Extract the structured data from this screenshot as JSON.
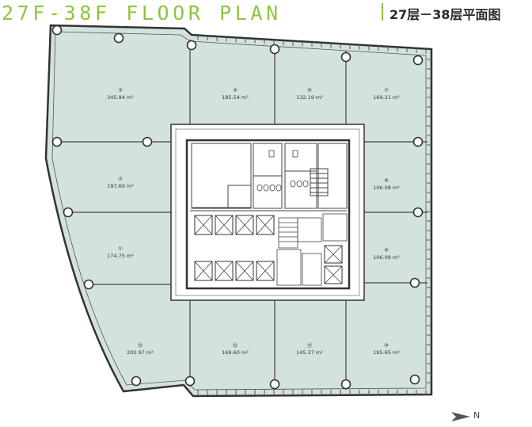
{
  "title": {
    "english": "27F-38F FLOOR PLAN",
    "chinese": "27层－38层平面图",
    "accent_color": "#8ec63f"
  },
  "units": [
    {
      "no": "③",
      "area": "345.94 m²"
    },
    {
      "no": "⑤",
      "area": "185.54 m²"
    },
    {
      "no": "⑥",
      "area": "132.19 m²"
    },
    {
      "no": "⑦",
      "area": "169.21 m²"
    },
    {
      "no": "②",
      "area": "197.60 m²"
    },
    {
      "no": "⑧",
      "area": "106.08 m²"
    },
    {
      "no": "①",
      "area": "174.75 m²"
    },
    {
      "no": "⑨",
      "area": "106.08 m²"
    },
    {
      "no": "⑬",
      "area": "202.97 m²"
    },
    {
      "no": "⑫",
      "area": "169.60 m²"
    },
    {
      "no": "⑪",
      "area": "145.37 m²"
    },
    {
      "no": "⑩",
      "area": "195.65 m²"
    }
  ],
  "north": {
    "label": "N",
    "icon": "north-arrow-icon"
  },
  "colors": {
    "office_fill": "#d3e2df",
    "wall": "#333333",
    "core_fill": "#ffffff"
  }
}
